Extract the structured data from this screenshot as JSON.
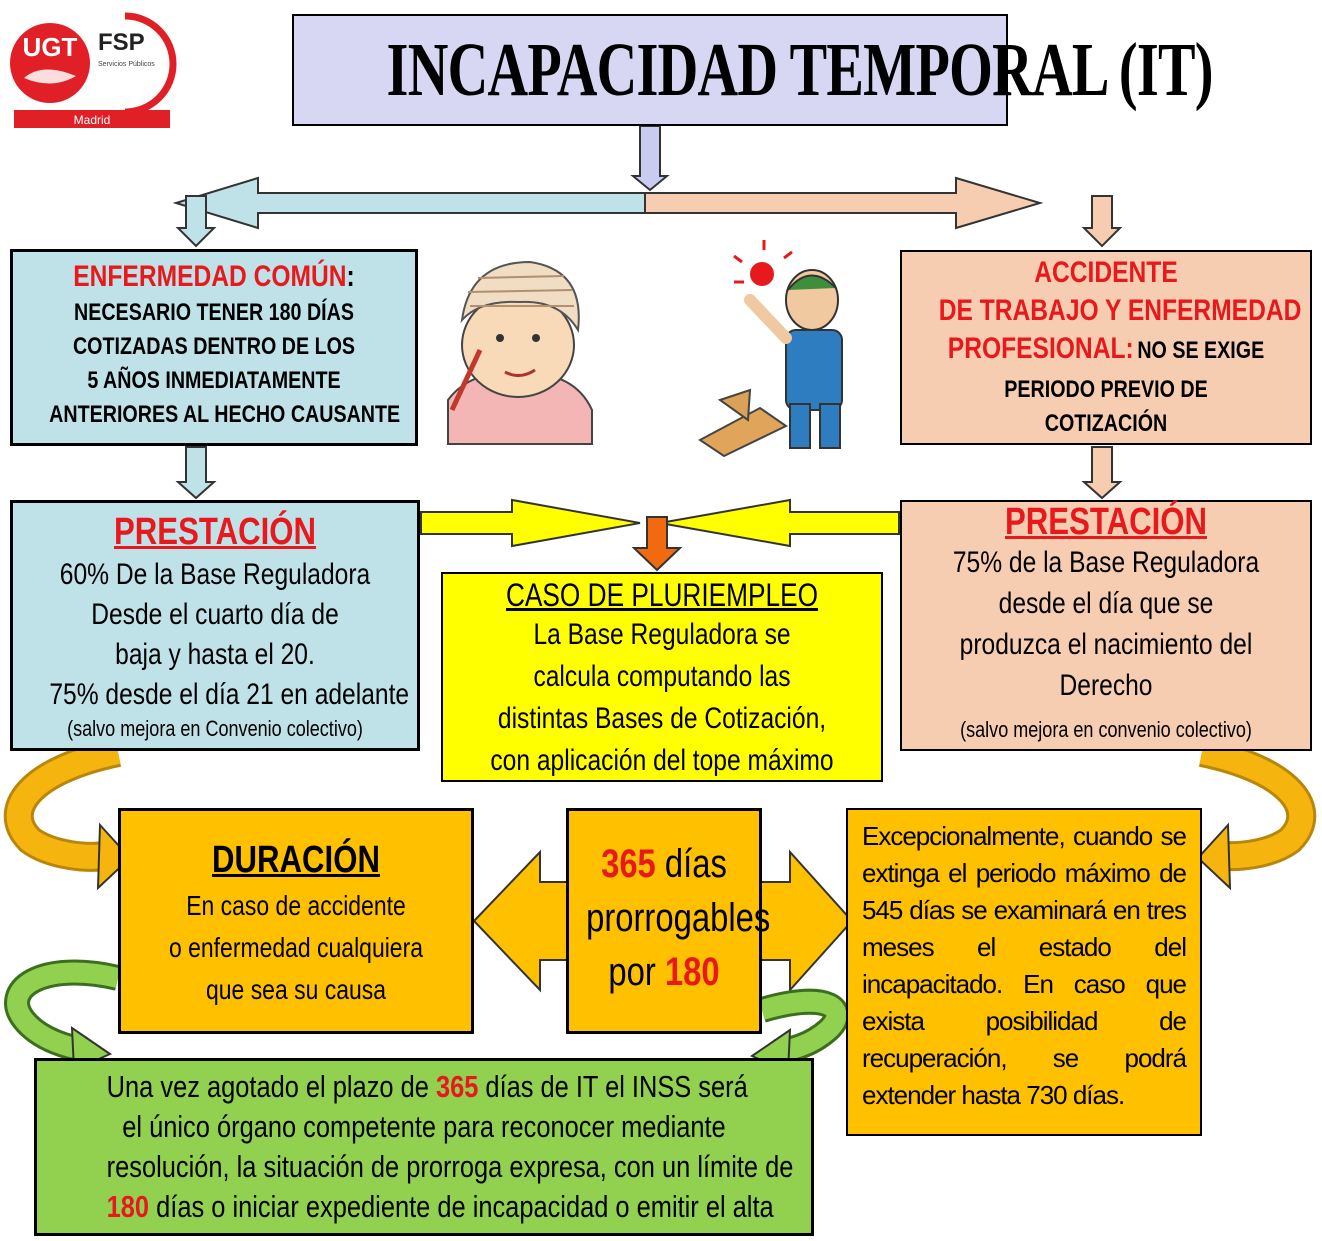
{
  "logo": {
    "brand": "UGT",
    "org": "FSP",
    "org_sub": "Servicios Públicos",
    "region": "Madrid"
  },
  "title": "INCAPACIDAD TEMPORAL (IT)",
  "left_top": {
    "heading": "ENFERMEDAD COMÚN",
    "colon": ":",
    "lines": [
      "NECESARIO TENER 180 DÍAS",
      "COTIZADAS DENTRO DE LOS",
      "5 AÑOS INMEDIATAMENTE",
      "ANTERIORES AL HECHO CAUSANTE"
    ]
  },
  "right_top": {
    "heading_lines": [
      "ACCIDENTE",
      "DE TRABAJO Y ENFERMEDAD"
    ],
    "heading_last": "PROFESIONAL:",
    "tail": "NO SE EXIGE",
    "lines": [
      "PERIODO PREVIO DE",
      "COTIZACIÓN"
    ]
  },
  "left_pres": {
    "heading": "PRESTACIÓN",
    "lines": [
      "60% De la Base Reguladora",
      "Desde el cuarto día de",
      "baja y hasta el 20.",
      "75% desde el día 21 en adelante"
    ],
    "note": "(salvo mejora en Convenio colectivo)"
  },
  "right_pres": {
    "heading": "PRESTACIÓN",
    "lines": [
      "75% de la Base Reguladora",
      "desde el día que se",
      "produzca el nacimiento del",
      "Derecho"
    ],
    "note": "(salvo mejora en convenio colectivo)"
  },
  "pluri": {
    "heading": "CASO DE PLURIEMPLEO",
    "lines": [
      "La Base Reguladora se",
      "calcula computando las",
      "distintas Bases de Cotización,",
      "con aplicación del tope máximo"
    ]
  },
  "duracion": {
    "heading": "DURACIÓN",
    "lines": [
      "En caso de accidente",
      "o enfermedad cualquiera",
      "que sea su causa"
    ]
  },
  "dias": {
    "num1": "365",
    "word1": " días",
    "line2": "prorrogables",
    "word3": "por ",
    "num3": "180"
  },
  "excep": {
    "text": "Excepcionalmente, cuando se extinga el periodo máximo de 545 días se examinará en tres meses el estado del incapacitado. En caso que exista posibilidad de recuperación, se podrá extender hasta 730 días."
  },
  "inss": {
    "l1a": "Una vez agotado el plazo de ",
    "l1num": "365",
    "l1b": " días de IT el INSS será",
    "l2": "el único órgano competente para reconocer mediante",
    "l3": "resolución, la situación de prorroga expresa, con un límite de",
    "l4num": "180",
    "l4b": " días o iniciar expediente de incapacidad o emitir el alta"
  },
  "colors": {
    "red": "#e8191c",
    "blue_box": "#bfe2e8",
    "peach_box": "#f7cdb2",
    "yellow": "#ffff00",
    "orange": "#ffc000",
    "green": "#92d050",
    "title_bg": "#d7d7f3"
  }
}
